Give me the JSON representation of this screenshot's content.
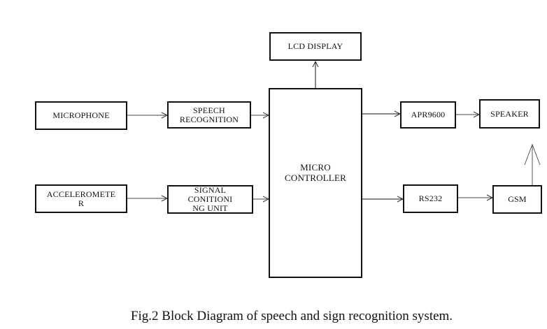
{
  "diagram": {
    "blocks": {
      "lcd_display": "LCD DISPLAY",
      "microphone": "MICROPHONE",
      "speech_recognition": "SPEECH\nRECOGNITION",
      "micro_controller": "MICRO\nCONTROLLER",
      "apr9600": "APR9600",
      "speaker": "SPEAKER",
      "accelerometer": "ACCELEROMETE\nR",
      "signal_conditioning": "SIGNAL\nCONITIONI\nNG UNIT",
      "rs232": "RS232",
      "gsm": "GSM"
    },
    "connections": [
      {
        "from": "microphone",
        "to": "speech_recognition"
      },
      {
        "from": "speech_recognition",
        "to": "micro_controller"
      },
      {
        "from": "accelerometer",
        "to": "signal_conditioning"
      },
      {
        "from": "signal_conditioning",
        "to": "micro_controller"
      },
      {
        "from": "micro_controller",
        "to": "lcd_display"
      },
      {
        "from": "micro_controller",
        "to": "apr9600"
      },
      {
        "from": "apr9600",
        "to": "speaker"
      },
      {
        "from": "micro_controller",
        "to": "rs232"
      },
      {
        "from": "rs232",
        "to": "gsm"
      },
      {
        "from": "gsm",
        "to": "antenna"
      }
    ]
  },
  "caption": "Fig.2 Block Diagram of speech and sign recognition system."
}
